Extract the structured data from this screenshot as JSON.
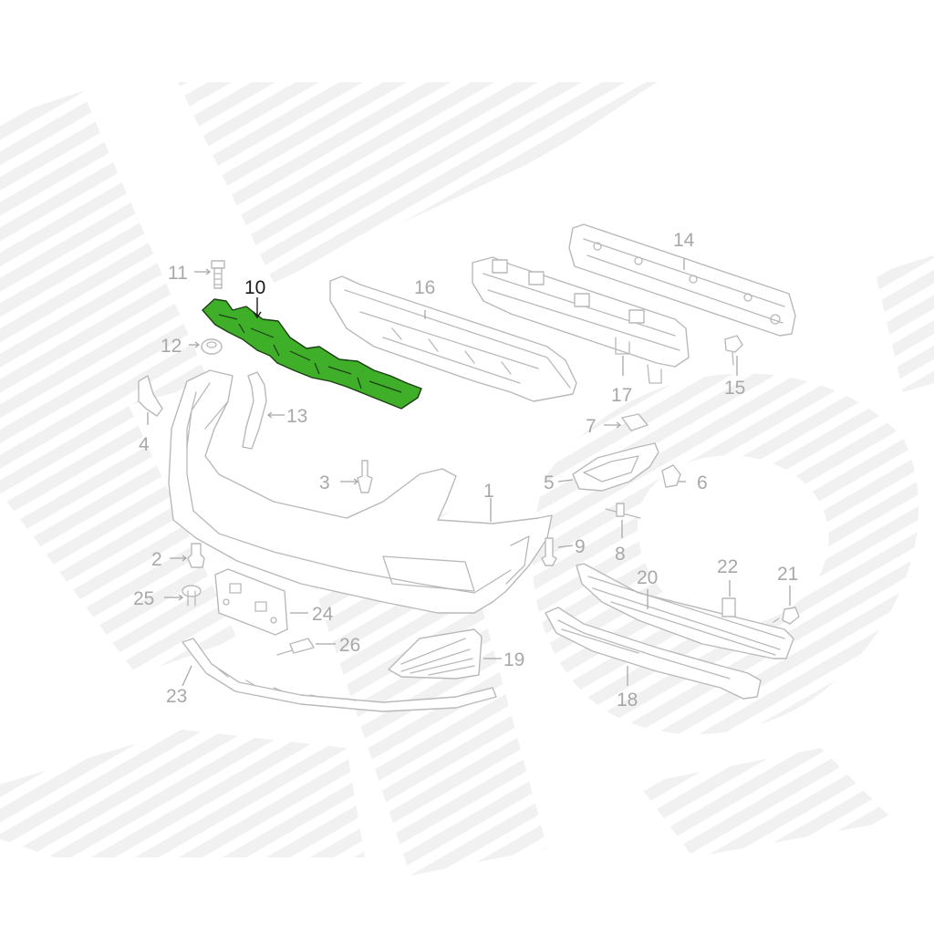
{
  "diagram": {
    "highlight_color": "#3fae29",
    "line_color": "#b9b9b9",
    "callouts": [
      {
        "id": "c1",
        "text": "1"
      },
      {
        "id": "c2",
        "text": "2"
      },
      {
        "id": "c3",
        "text": "3"
      },
      {
        "id": "c4",
        "text": "4"
      },
      {
        "id": "c5",
        "text": "5"
      },
      {
        "id": "c6",
        "text": "6"
      },
      {
        "id": "c7",
        "text": "7"
      },
      {
        "id": "c8",
        "text": "8"
      },
      {
        "id": "c9",
        "text": "9"
      },
      {
        "id": "c10",
        "text": "10",
        "highlighted": true
      },
      {
        "id": "c11",
        "text": "11"
      },
      {
        "id": "c12",
        "text": "12"
      },
      {
        "id": "c13",
        "text": "13"
      },
      {
        "id": "c14",
        "text": "14"
      },
      {
        "id": "c15",
        "text": "15"
      },
      {
        "id": "c16",
        "text": "16"
      },
      {
        "id": "c17",
        "text": "17"
      },
      {
        "id": "c18",
        "text": "18"
      },
      {
        "id": "c19",
        "text": "19"
      },
      {
        "id": "c20",
        "text": "20"
      },
      {
        "id": "c21",
        "text": "21"
      },
      {
        "id": "c22",
        "text": "22"
      },
      {
        "id": "c23",
        "text": "23"
      },
      {
        "id": "c24",
        "text": "24"
      },
      {
        "id": "c25",
        "text": "25"
      },
      {
        "id": "c26",
        "text": "26"
      }
    ]
  }
}
